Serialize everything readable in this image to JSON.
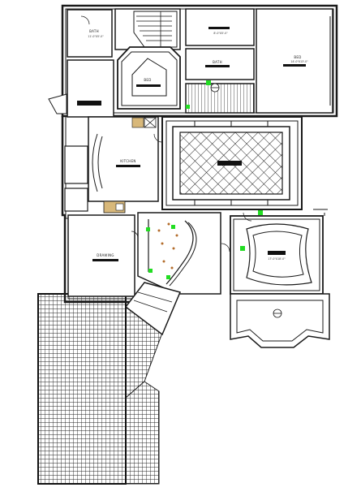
{
  "rooms": {
    "bath_1": {
      "label": "BATH",
      "dims": "11'-0\"X5'-0\""
    },
    "bath_2": {
      "label": "BATH",
      "dims": ""
    },
    "bed_1": {
      "label": "BED",
      "dims": ""
    },
    "bed_2": {
      "label": "BED",
      "dims": "14'-0\"X13'-0\""
    },
    "upper_center": {
      "label": "",
      "dims": "8'-0\"X5'-0\""
    },
    "kitchen": {
      "label": "KITCHEN",
      "dims": ""
    },
    "drawing": {
      "label": "DRAWING",
      "dims": ""
    },
    "living": {
      "label": "",
      "dims": "17'-0\"X18'-0\""
    }
  },
  "colors": {
    "line": "#1a1a1a",
    "marker": "#22dd22",
    "plant": "#b36b2a",
    "counter": "#d8b87a",
    "label_bar": "#111111"
  }
}
